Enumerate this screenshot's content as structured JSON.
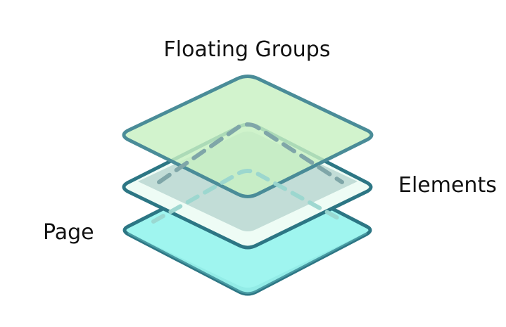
{
  "diagram": {
    "labels": {
      "top": "Floating Groups",
      "middle": "Elements",
      "bottom": "Page"
    },
    "layers": [
      {
        "name": "Page",
        "fill": "#9ff5ef",
        "stroke": "#2c7684"
      },
      {
        "name": "Elements",
        "fill": "#eefcf5",
        "stroke": "#2c7684"
      },
      {
        "name": "Floating Groups",
        "fill": "#c8f0c2",
        "stroke": "#4a8c98"
      }
    ],
    "colors": {
      "overlap": "#8bb9b4",
      "dashed_outline": "#7fa6a8",
      "text": "#111111"
    },
    "icons": []
  }
}
